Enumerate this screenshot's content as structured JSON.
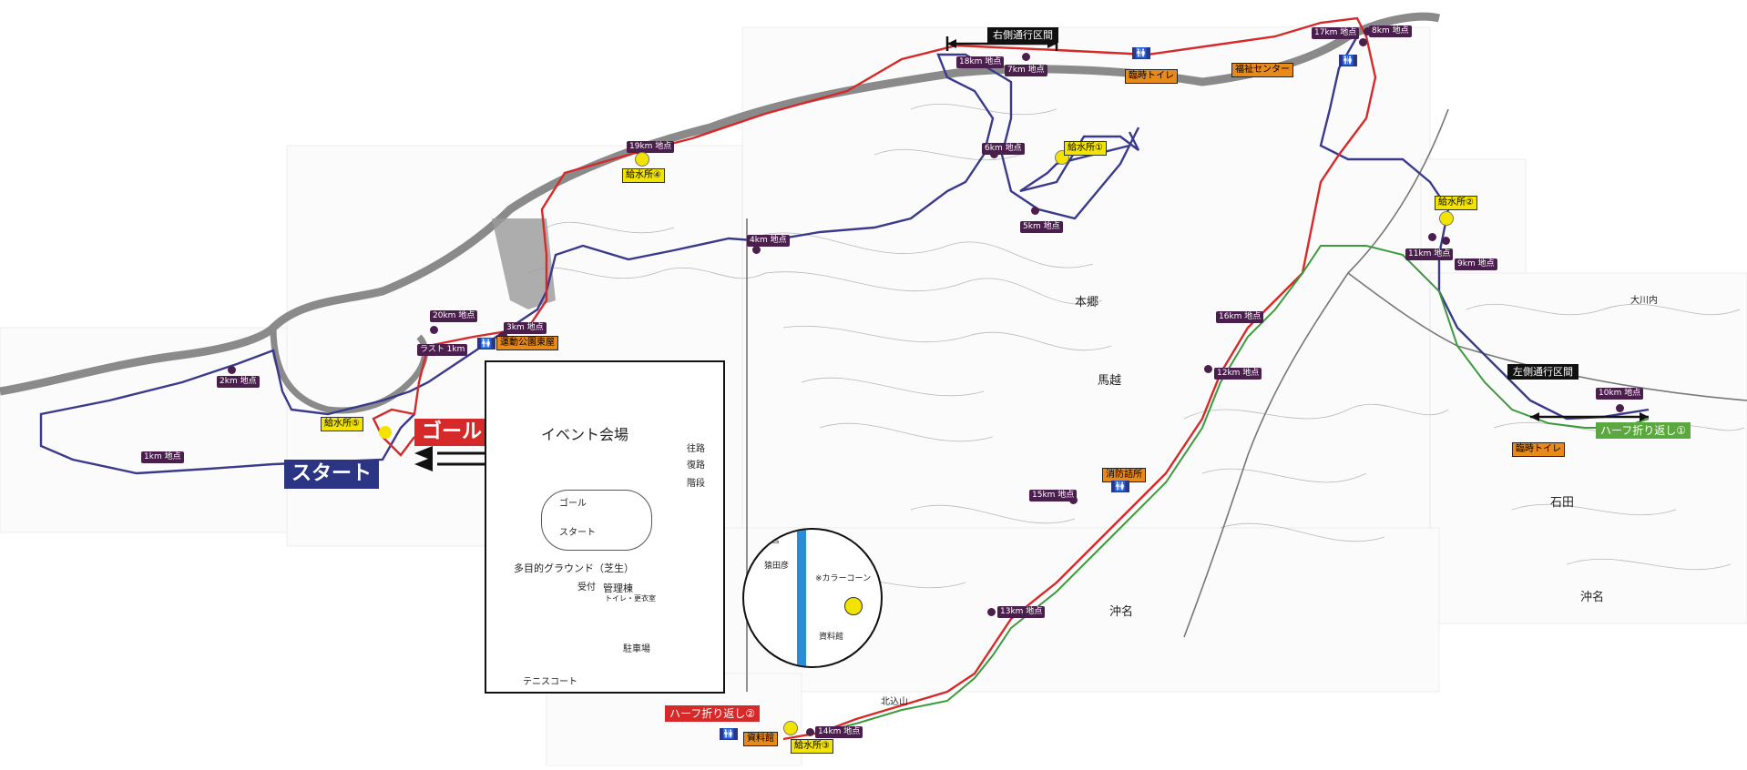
{
  "colors": {
    "full_route": "#d62a2a",
    "outbound_route": "#3a3a8c",
    "half_route": "#3d9a3d",
    "river": "#8a8a8a",
    "km_marker": "#4b1f4d",
    "water_station": "#f2e400",
    "toilet": "#e88a1a",
    "label_black": "#111111"
  },
  "start_label": "スタート",
  "goal_label": "ゴール",
  "keep_right_label": "右側通行区間",
  "keep_left_label": "左側通行区間",
  "half_turn_1": "ハーフ折り返し①",
  "half_turn_2": "ハーフ折り返し②",
  "km_points": [
    {
      "id": "km1",
      "label": "1km 地点"
    },
    {
      "id": "km2",
      "label": "2km 地点"
    },
    {
      "id": "km3",
      "label": "3km 地点"
    },
    {
      "id": "km4",
      "label": "4km 地点"
    },
    {
      "id": "km5",
      "label": "5km 地点"
    },
    {
      "id": "km6",
      "label": "6km 地点"
    },
    {
      "id": "km7",
      "label": "7km 地点"
    },
    {
      "id": "km8",
      "label": "8km 地点"
    },
    {
      "id": "km9",
      "label": "9km 地点"
    },
    {
      "id": "km10",
      "label": "10km 地点"
    },
    {
      "id": "km11",
      "label": "11km 地点"
    },
    {
      "id": "km12",
      "label": "12km 地点"
    },
    {
      "id": "km13",
      "label": "13km 地点"
    },
    {
      "id": "km14",
      "label": "14km 地点"
    },
    {
      "id": "km15",
      "label": "15km 地点"
    },
    {
      "id": "km16",
      "label": "16km 地点"
    },
    {
      "id": "km17",
      "label": "17km 地点"
    },
    {
      "id": "km18",
      "label": "18km 地点"
    },
    {
      "id": "km19",
      "label": "19km 地点"
    },
    {
      "id": "km20",
      "label": "20km 地点"
    },
    {
      "id": "last1",
      "label": "ラスト 1km"
    }
  ],
  "water_stations": [
    {
      "id": "ws1",
      "label": "給水所①"
    },
    {
      "id": "ws2",
      "label": "給水所②"
    },
    {
      "id": "ws3",
      "label": "給水所③"
    },
    {
      "id": "ws4",
      "label": "給水所④"
    },
    {
      "id": "ws5",
      "label": "給水所⑤"
    }
  ],
  "facilities": {
    "temp_toilet": "臨時トイレ",
    "welfare_center": "福祉センター",
    "sports_park": "運動公園東屋",
    "fire_station": "消防詰所",
    "museum": "資料館"
  },
  "places": {
    "hongo": "本郷",
    "umakoshi": "馬越",
    "okina_1": "沖名",
    "okina_2": "沖名",
    "ishida": "石田",
    "okawauchi": "大川内",
    "kitakomiyama": "北込山"
  },
  "inset_event": {
    "title": "イベント会場",
    "ground": "多目的グラウンド（芝生）",
    "admin_building": "管理棟",
    "tennis_court": "テニスコート",
    "goal": "ゴール",
    "start": "スタート",
    "legend_outbound": "往路",
    "legend_return": "復路",
    "legend_stairs": "階段",
    "reception": "受付",
    "parking": "駐車場",
    "sub_note": "トイレ・更衣室"
  },
  "inset_detail": {
    "place": "宮",
    "shrine": "猿田彦",
    "cone_note": "※カラーコーン",
    "museum": "資料館"
  }
}
